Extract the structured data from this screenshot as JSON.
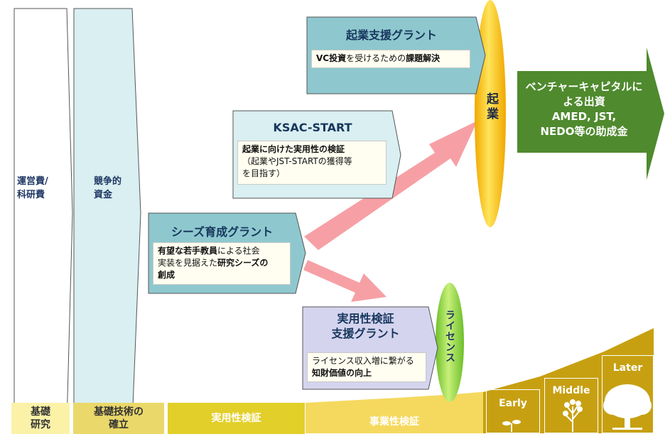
{
  "funding_columns": [
    {
      "label": "運営費/\n科研費"
    },
    {
      "label": "競争的\n資金"
    }
  ],
  "grants": {
    "entrepreneur": {
      "title": "起業支援グラント",
      "desc_parts": [
        "VC投資",
        "を受けるための",
        "課題解決"
      ]
    },
    "ksac": {
      "title": "KSAC-START",
      "desc_parts": [
        "起業に向けた実用性の検証",
        "（起業やJST-STARTの獲得等",
        "を目指す）"
      ]
    },
    "seeds": {
      "title": "シーズ育成グラント",
      "desc_parts": [
        "有望な若手教員",
        "による社会",
        "実装を見据えた",
        "研究シーズの",
        "創成"
      ]
    },
    "practical": {
      "title": "実用性検証\n支援グラント",
      "desc_parts": [
        "ライセンス収入増に繋がる",
        "知財価値の向上"
      ]
    }
  },
  "outcomes": {
    "startup": "起業",
    "license": "ライセンス",
    "vc_funding": "ベンチャーキャピタルに\nよる出資\nAMED, JST,\nNEDO等の助成金"
  },
  "stages": [
    {
      "label": "基礎\n研究"
    },
    {
      "label": "基礎技術の\n確立"
    },
    {
      "label": "実用性検証"
    },
    {
      "label": "事業性検証"
    }
  ],
  "growth_stages": [
    "Early",
    "Middle",
    "Later"
  ],
  "colors": {
    "teal_box": "#8ec8ce",
    "light_teal": "#d9eff1",
    "lavender": "#d4d4ee",
    "arrow_pink": "#f6a0a5",
    "green_arrow": "#4f8a2e",
    "gold": "#c7a012",
    "yellow_orb": "#f5c400",
    "green_orb": "#8bd13a"
  }
}
